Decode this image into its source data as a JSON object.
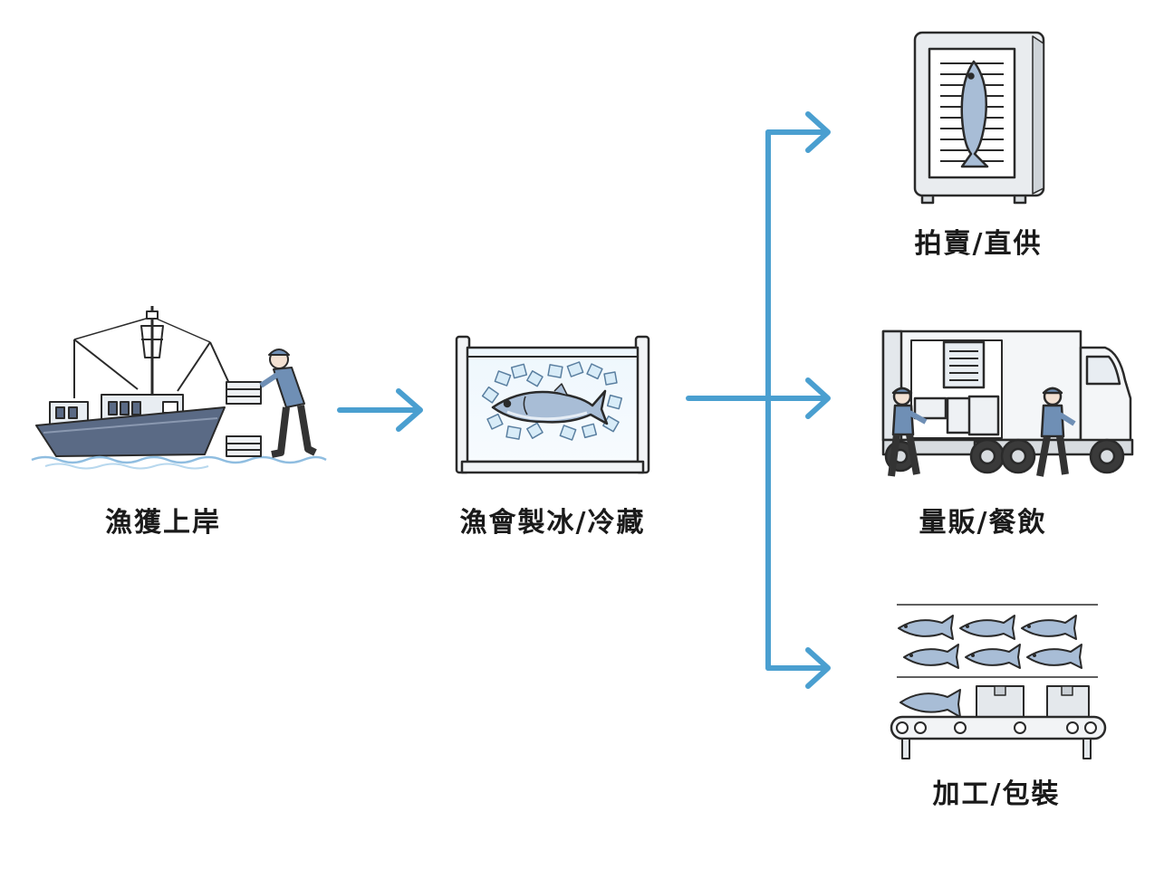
{
  "colors": {
    "arrow": "#4a9fd0",
    "ink": "#2a2a2a",
    "boat_hull": "#5a6a85",
    "worker_shirt": "#6f8fb5",
    "fish": "#8fa8c8",
    "ice": "#d8ecf8"
  },
  "stages": {
    "landing": {
      "label": "漁獲上岸",
      "icon": "fishing-boat-icon"
    },
    "cold_storage": {
      "label": "漁會製冰/冷藏",
      "icon": "ice-box-icon"
    },
    "auction": {
      "label": "拍賣/直供",
      "icon": "auction-board-icon"
    },
    "retail": {
      "label": "量販/餐飲",
      "icon": "delivery-truck-icon"
    },
    "processing": {
      "label": "加工/包裝",
      "icon": "conveyor-icon"
    }
  }
}
